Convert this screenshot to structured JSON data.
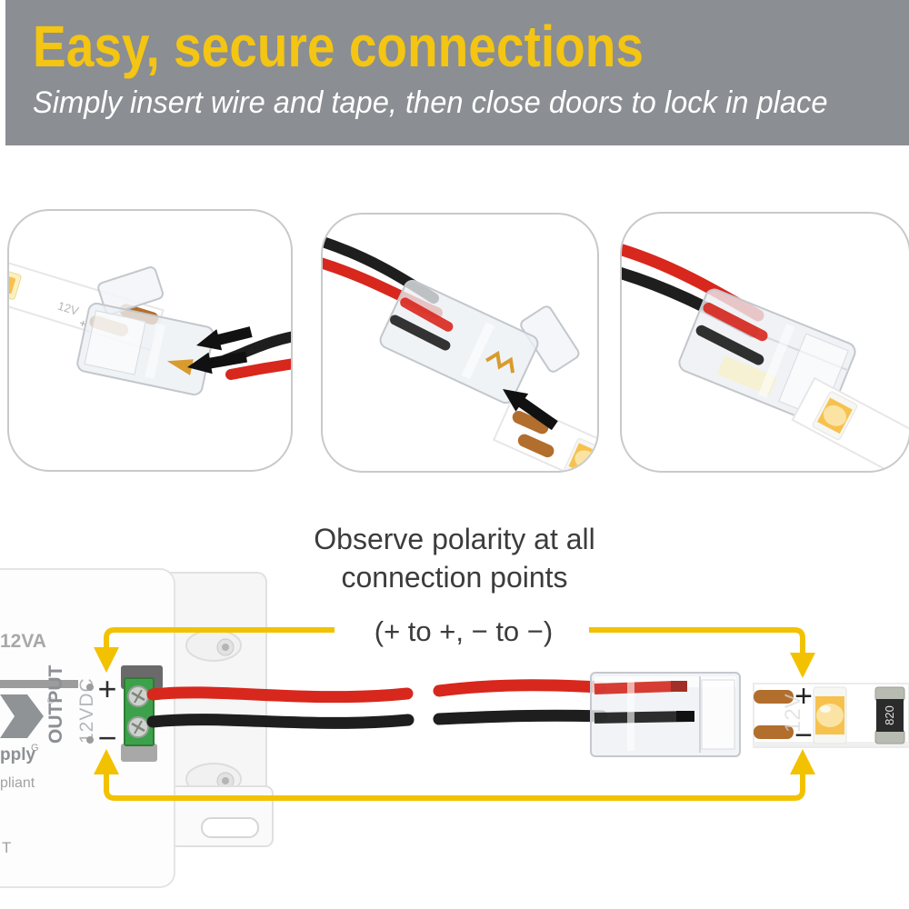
{
  "header": {
    "title": "Easy, secure connections",
    "subtitle": "Simply insert wire and tape, then close doors to lock in place"
  },
  "polarity_note": {
    "line1": "Observe polarity at all",
    "line2": "connection points",
    "formula": "(+ to +, − to −)"
  },
  "power_supply": {
    "rating_fragment": "12VA",
    "output_label": "OUTPUT",
    "voltage_label": "12VDC",
    "plus": "+",
    "minus": "−",
    "registered_mark": "®",
    "logo_fragment": "G",
    "supply_fragment": "pply",
    "compliant_fragment": "pliant",
    "listing_fragment": "T"
  },
  "tape_markings": {
    "voltage": "12V",
    "plus": "+",
    "minus": "−",
    "resistor": "820"
  },
  "colors": {
    "header_gray": "#8b8e92",
    "accent_yellow": "#f2c200",
    "title_yellow": "#f4c512",
    "wire_red": "#d8271d",
    "wire_black": "#1e1e1e",
    "copper": "#b26e2d",
    "terminal_green": "#3da14c",
    "led_amber": "#f7c14e",
    "text_dark": "#3c3c3c"
  }
}
